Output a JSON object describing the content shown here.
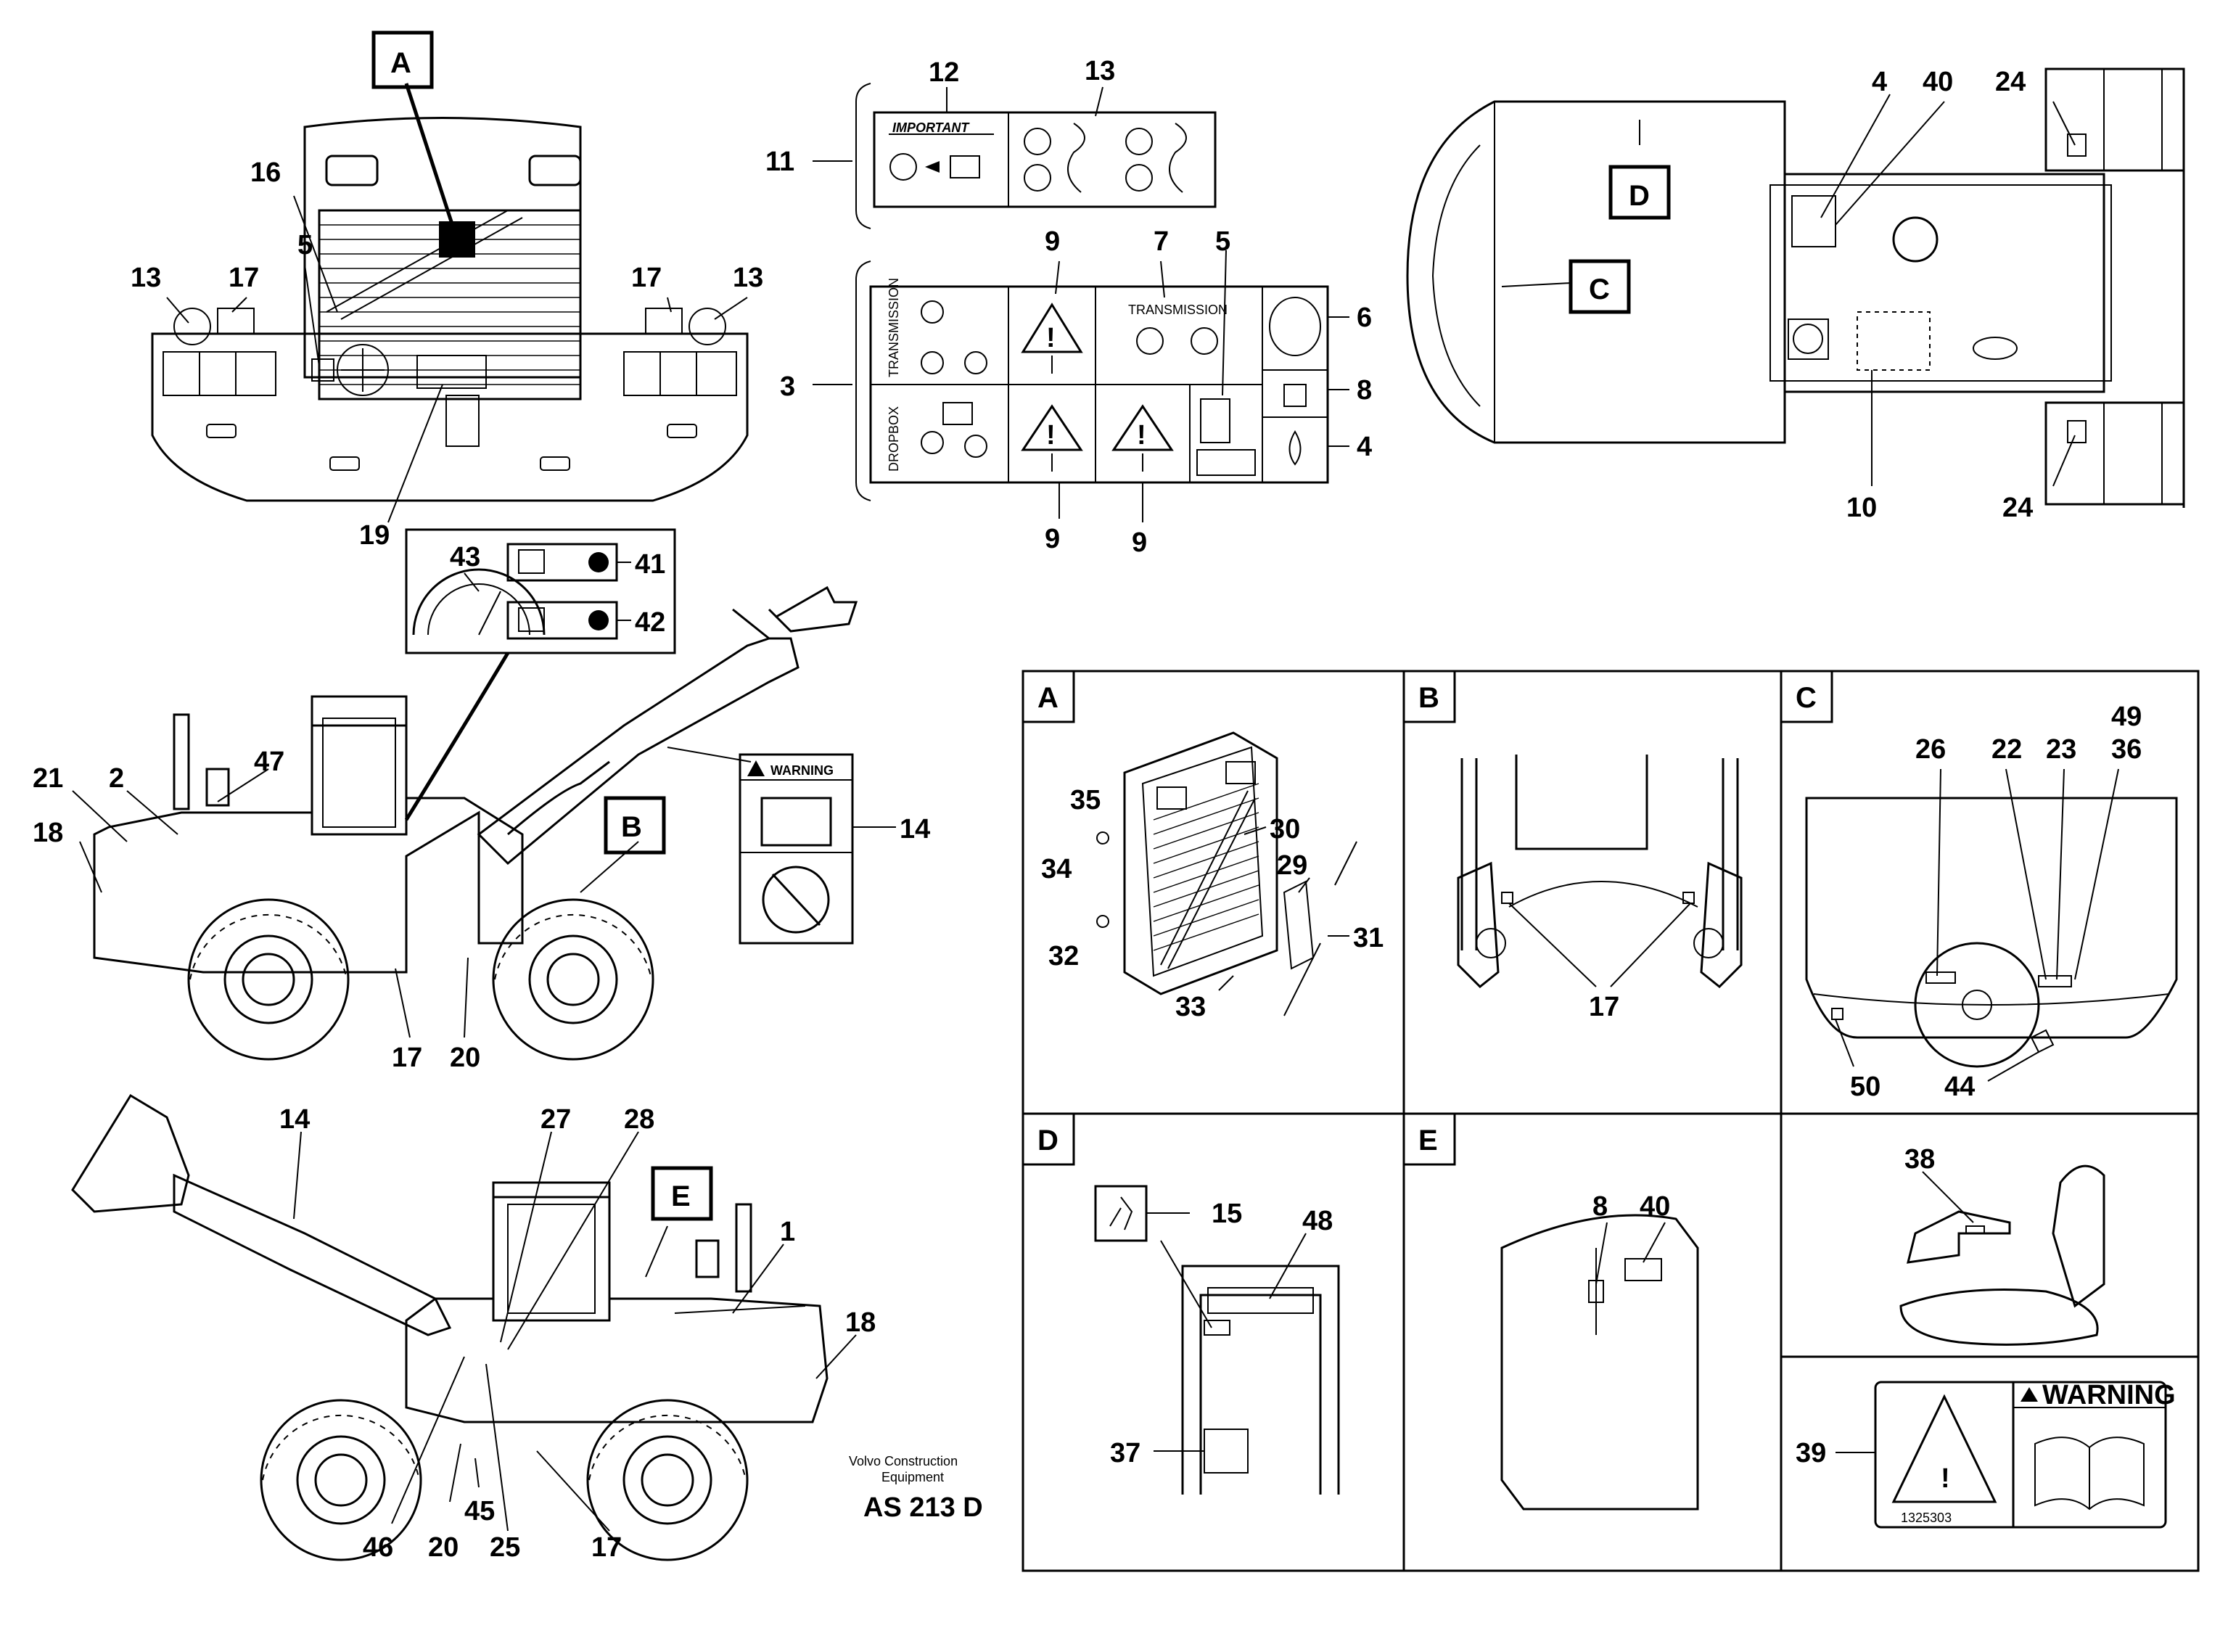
{
  "front_view": {
    "callouts": [
      "A",
      "16",
      "5",
      "13",
      "17",
      "17",
      "13",
      "19"
    ]
  },
  "decals_top": {
    "callouts": [
      "12",
      "13",
      "11",
      "9",
      "7",
      "5",
      "6",
      "3",
      "8",
      "4",
      "9",
      "9"
    ],
    "important_text": "IMPORTANT",
    "transmission_text": "TRANSMISSION",
    "transmission_vertical": "TRANSMISSION",
    "dropbox_vertical": "DROPBOX"
  },
  "top_view": {
    "callouts": [
      "4",
      "40",
      "24",
      "D",
      "C",
      "10",
      "24"
    ]
  },
  "gauge_panel": {
    "callouts": [
      "43",
      "41",
      "42"
    ]
  },
  "side_view_right": {
    "callouts": [
      "21",
      "2",
      "47",
      "18",
      "B",
      "14",
      "17",
      "20"
    ],
    "warning_text": "WARNING"
  },
  "side_view_left": {
    "callouts": [
      "14",
      "27",
      "28",
      "E",
      "1",
      "18",
      "46",
      "20",
      "45",
      "25",
      "17"
    ]
  },
  "footer": {
    "company_line1": "Volvo Construction",
    "company_line2": "Equipment",
    "code": "AS 213  D"
  },
  "detail_A": {
    "title": "A",
    "callouts": [
      "35",
      "34",
      "30",
      "29",
      "31",
      "32",
      "33"
    ]
  },
  "detail_B": {
    "title": "B",
    "callouts": [
      "17"
    ]
  },
  "detail_C": {
    "title": "C",
    "callouts": [
      "49",
      "26",
      "22",
      "23",
      "36",
      "50",
      "44"
    ]
  },
  "detail_D": {
    "title": "D",
    "callouts": [
      "15",
      "48",
      "37"
    ]
  },
  "detail_E": {
    "title": "E",
    "callouts": [
      "8",
      "40"
    ]
  },
  "detail_seat": {
    "callouts": [
      "38"
    ]
  },
  "detail_warning": {
    "callouts": [
      "39"
    ],
    "warning_text": "WARNING",
    "part_no": "1325303"
  }
}
